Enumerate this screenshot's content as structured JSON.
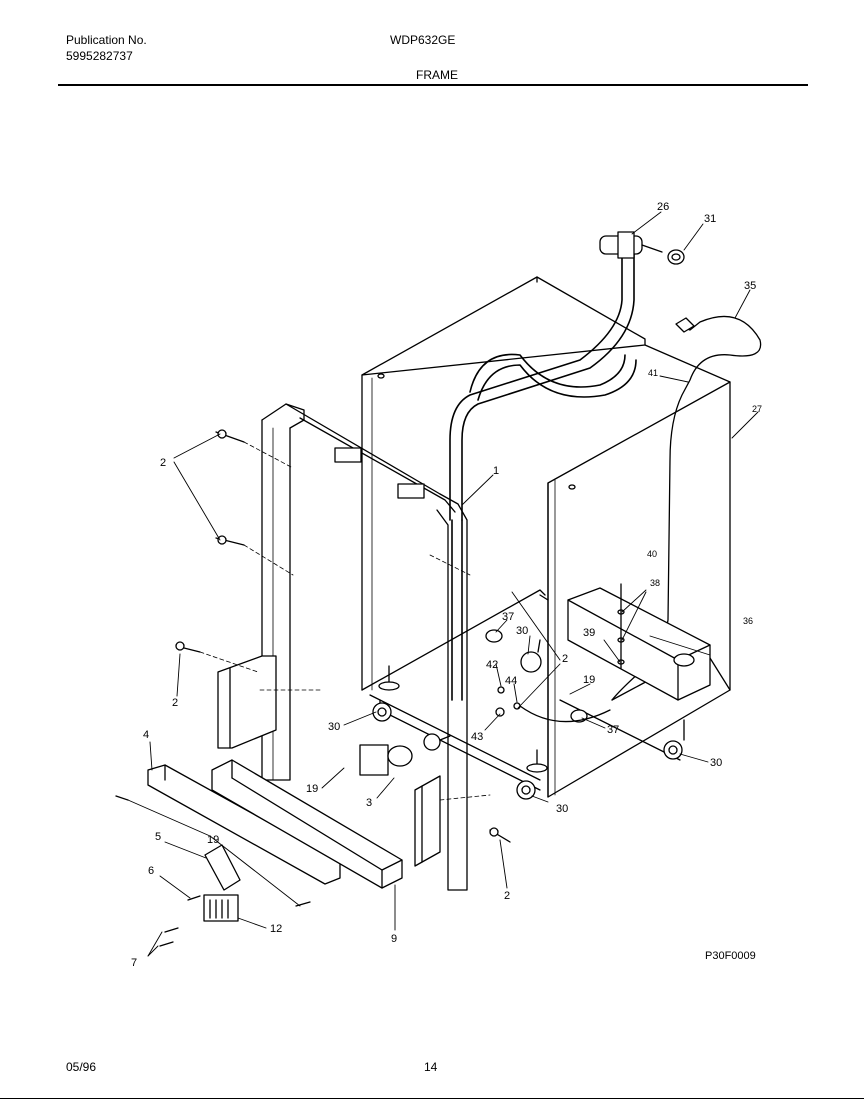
{
  "header": {
    "publication_label": "Publication No.",
    "publication_number": "5995282737",
    "model": "WDP632GE",
    "section": "FRAME"
  },
  "footer": {
    "date": "05/96",
    "page": "14"
  },
  "diagram": {
    "figure_id": "P30F0009",
    "callouts": {
      "c1": "1",
      "c2a": "2",
      "c2b": "2",
      "c2c": "2",
      "c2d": "2",
      "c3": "3",
      "c4": "4",
      "c5": "5",
      "c6": "6",
      "c7": "7",
      "c9": "9",
      "c12": "12",
      "c19a": "19",
      "c19b": "19",
      "c19c": "19",
      "c26": "26",
      "c27": "27",
      "c30a": "30",
      "c30b": "30",
      "c30c": "30",
      "c30d": "30",
      "c31": "31",
      "c35": "35",
      "c36": "36",
      "c37a": "37",
      "c37b": "37",
      "c38": "38",
      "c39": "39",
      "c40": "40",
      "c41": "41",
      "c42": "42",
      "c43": "43",
      "c44": "44"
    }
  }
}
